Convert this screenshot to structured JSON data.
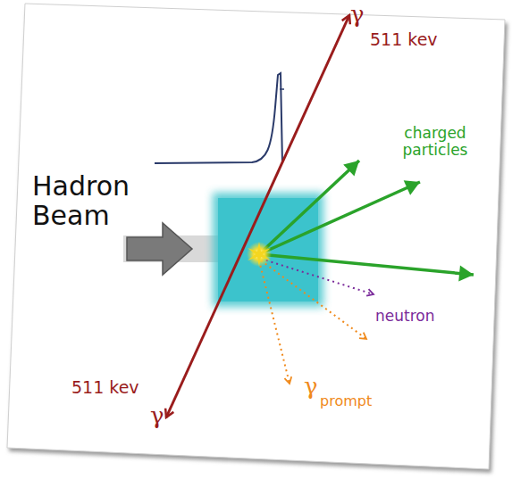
{
  "diagram": {
    "labels": [
      "γ",
      "511 kev",
      "charged particles",
      "Hadron Beam",
      "neutron",
      "γ",
      "prompt",
      "511 kev",
      "γ"
    ]
  }
}
